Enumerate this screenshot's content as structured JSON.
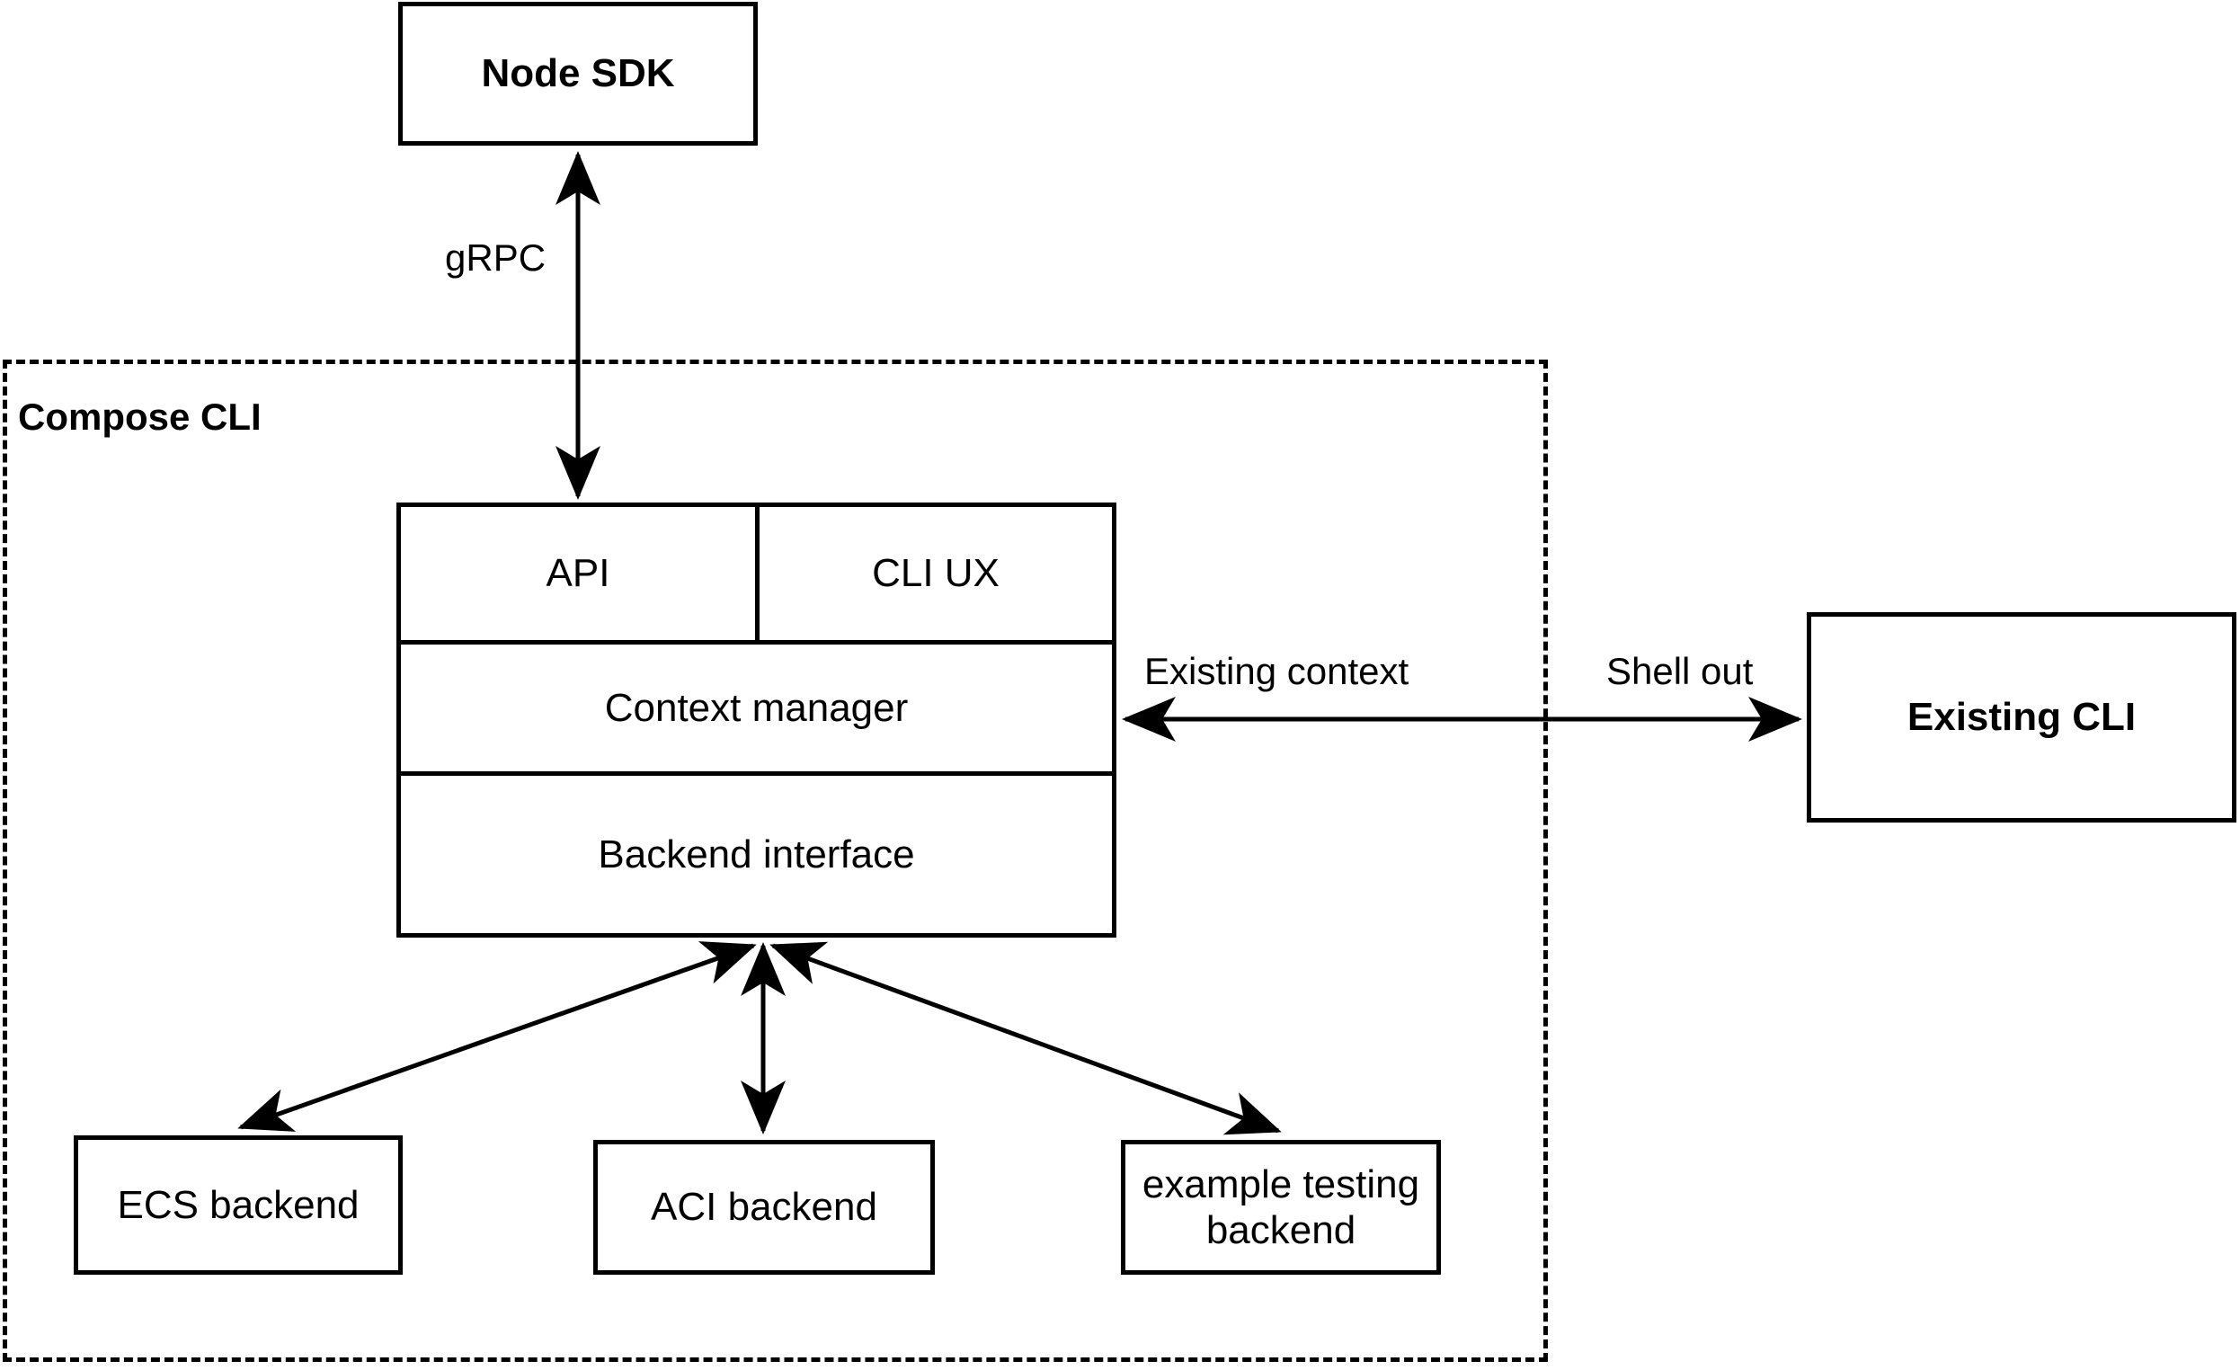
{
  "diagram": {
    "title_visible": false,
    "background_color": "#ffffff",
    "stroke_color": "#000000",
    "group": {
      "label": "Compose CLI",
      "style": "dashed"
    },
    "nodes": {
      "node_sdk": {
        "label": "Node SDK",
        "bold": true
      },
      "api": {
        "label": "API",
        "bold": false
      },
      "cli_ux": {
        "label": "CLI UX",
        "bold": false
      },
      "context_manager": {
        "label": "Context manager",
        "bold": false
      },
      "backend_interface": {
        "label": "Backend interface",
        "bold": false
      },
      "existing_cli": {
        "label": "Existing CLI",
        "bold": true
      },
      "ecs_backend": {
        "label": "ECS backend",
        "bold": false
      },
      "aci_backend": {
        "label": "ACI backend",
        "bold": false
      },
      "example_testing_backend": {
        "label": "example testing\nbackend",
        "bold": false
      }
    },
    "edges": {
      "grpc": {
        "label": "gRPC",
        "direction": "bidirectional"
      },
      "existing_context": {
        "label": "Existing context",
        "direction": "bidirectional"
      },
      "shell_out": {
        "label": "Shell out",
        "direction": "bidirectional"
      },
      "to_ecs": {
        "label": "",
        "direction": "bidirectional"
      },
      "to_aci": {
        "label": "",
        "direction": "bidirectional"
      },
      "to_example": {
        "label": "",
        "direction": "bidirectional"
      }
    }
  }
}
